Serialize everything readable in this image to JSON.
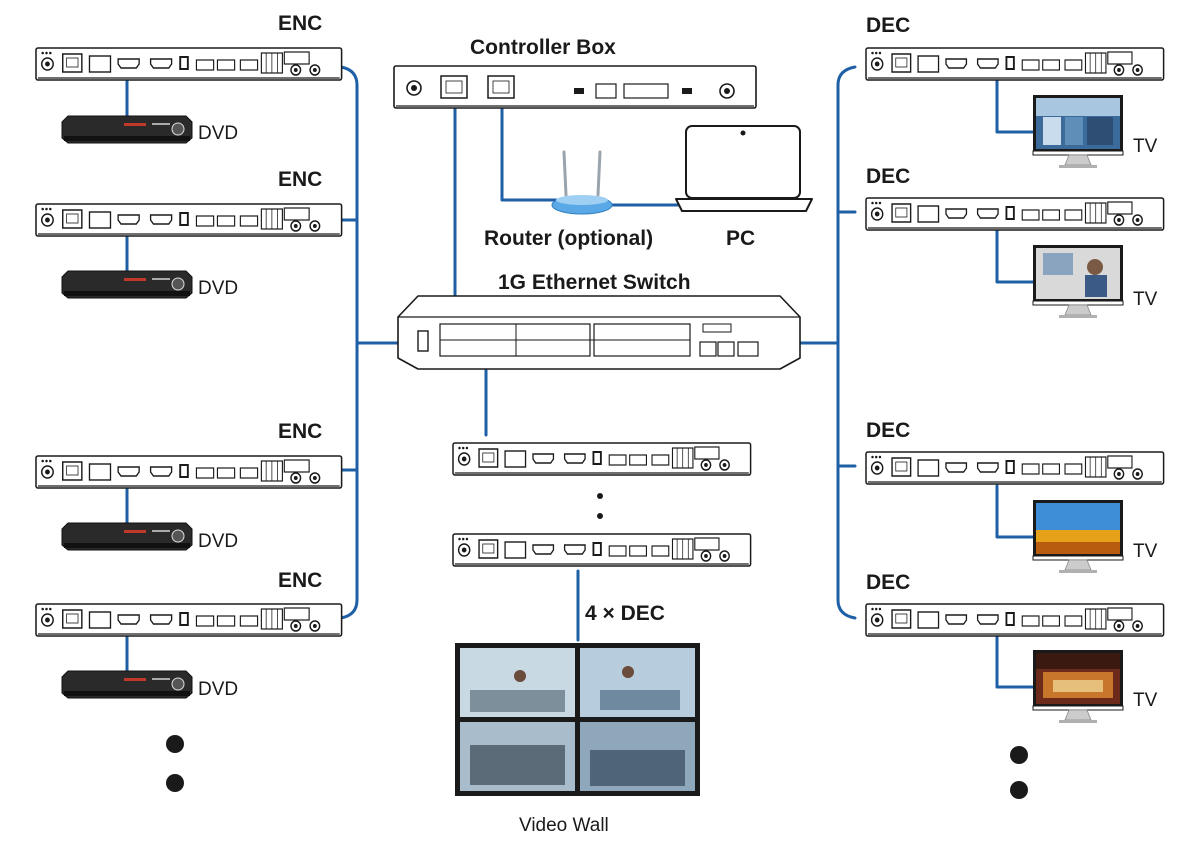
{
  "labels": {
    "enc": "ENC",
    "dec": "DEC",
    "dvd": "DVD",
    "tv": "TV",
    "controller_box": "Controller Box",
    "router": "Router (optional)",
    "pc": "PC",
    "switch": "1G Ethernet Switch",
    "dec_count": "4 × DEC",
    "video_wall": "Video Wall"
  },
  "colors": {
    "link": "#1f5fa6",
    "device": "#1a1a1a",
    "router_blue": "#5aa9e6"
  },
  "icons": [
    "dvd-player-icon",
    "tv-monitor-icon",
    "laptop-icon",
    "router-icon",
    "ethernet-switch-icon",
    "ellipsis-dot-icon"
  ]
}
